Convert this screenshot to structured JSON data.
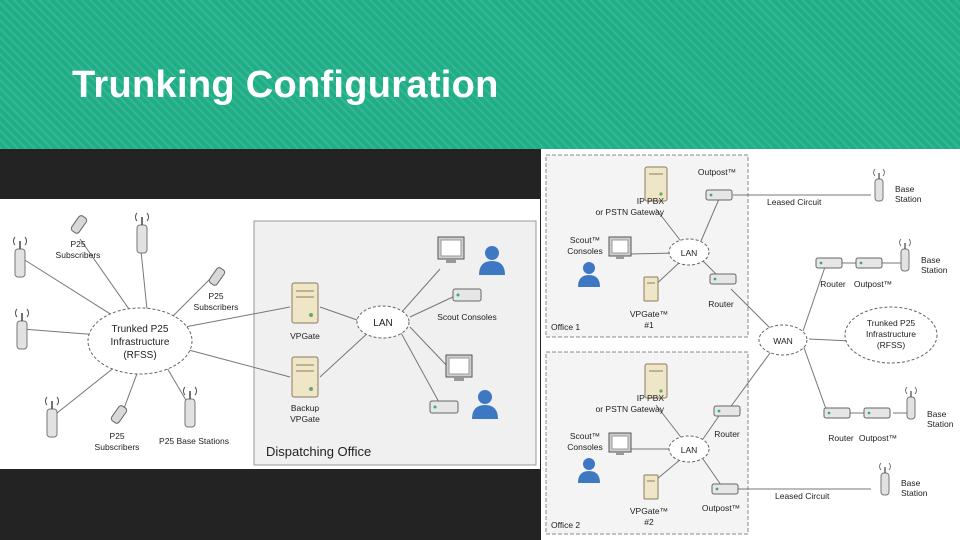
{
  "title": "Trunking Configuration",
  "left_diagram": {
    "p25_subscribers": [
      "P25",
      "Subscribers"
    ],
    "infrastructure": [
      "Trunked P25",
      "Infrastructure",
      "(RFSS)"
    ],
    "base_stations_label": "P25 Base Stations",
    "vpgate": "VPGate",
    "backup_vpgate": [
      "Backup",
      "VPGate"
    ],
    "lan": "LAN",
    "scout_consoles": "Scout Consoles",
    "office_label": "Dispatching Office"
  },
  "right_diagram": {
    "ip_pbx": [
      "IP PBX",
      "or PSTN Gateway"
    ],
    "outpost": "Outpost™",
    "leased_circuit": "Leased Circuit",
    "base_station": [
      "Base",
      "Station"
    ],
    "scout": [
      "Scout™",
      "Consoles"
    ],
    "lan": "LAN",
    "router": "Router",
    "vpgate1": [
      "VPGate™",
      "#1"
    ],
    "vpgate2": [
      "VPGate™",
      "#2"
    ],
    "office1": "Office 1",
    "office2": "Office 2",
    "wan": "WAN",
    "infrastructure": [
      "Trunked P25",
      "Infrastructure",
      "(RFSS)"
    ]
  },
  "colors": {
    "banner": "#1fae86",
    "background": "#232323",
    "person": "#3f78c2"
  }
}
